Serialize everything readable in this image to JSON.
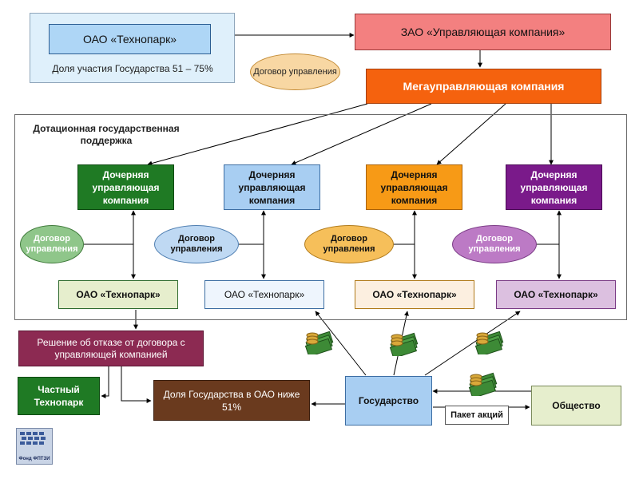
{
  "top": {
    "technopark_title": "ОАО «Технопарк»",
    "state_share": "Доля участия Государства 51 – 75%",
    "management_contract": "Договор управления",
    "zao": "ЗАО «Управляющая компания»",
    "mega": "Мегауправляющая компания"
  },
  "region_title": "Дотационная государственная поддержка",
  "subsidiaries": [
    {
      "label": "Дочерняя управляющая компания",
      "contract": "Договор управления",
      "technopark": "ОАО «Технопарк»"
    },
    {
      "label": "Дочерняя управляющая компания",
      "contract": "Договор управления",
      "technopark": "ОАО «Технопарк»"
    },
    {
      "label": "Дочерняя управляющая компания",
      "contract": "Договор управления",
      "technopark": "ОАО «Технопарк»"
    },
    {
      "label": "Дочерняя управляющая компания",
      "contract": "Договор управления",
      "technopark": "ОАО «Технопарк»"
    }
  ],
  "bottom": {
    "refusal": "Решение об отказе от договора с управляющей компанией",
    "private": "Частный Технопарк",
    "state_share_below": "Доля Государства в ОАО ниже 51%",
    "state": "Государство",
    "shares_package": "Пакет акций",
    "society": "Общество"
  },
  "logo": {
    "caption": "Фонд ФПТЗИ"
  },
  "colors": {
    "technopark_top_fill": "#aed6f6",
    "zao_fill": "#f38080",
    "mega_fill": "#f5620e",
    "sub_green": "#1f7a24",
    "sub_blue": "#a8cef2",
    "sub_orange": "#f79a16",
    "sub_purple": "#7a1a8a",
    "refusal_fill": "#8c2a52",
    "private_fill": "#1f7a24",
    "share_fill": "#6a3a1e",
    "state_fill": "#a8cef2",
    "society_fill": "#e6eecd",
    "money_green": "#3d8a36",
    "money_gold": "#d9a93a"
  }
}
